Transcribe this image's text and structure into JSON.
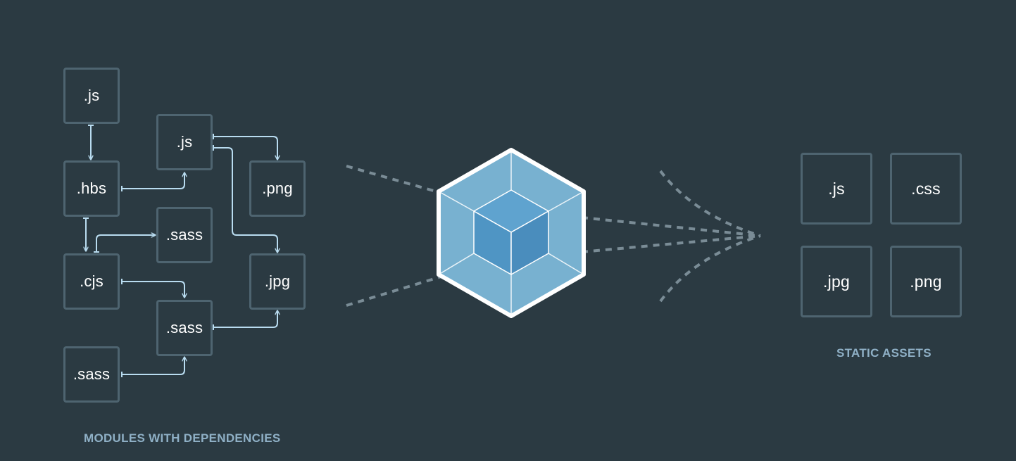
{
  "modules": {
    "caption": "MODULES WITH DEPENDENCIES",
    "files": [
      ".js",
      ".js",
      ".hbs",
      ".png",
      ".sass",
      ".cjs",
      ".jpg",
      ".sass",
      ".sass"
    ]
  },
  "bundler": {
    "logo_icon": "webpack-cube-icon"
  },
  "assets": {
    "caption": "STATIC ASSETS",
    "files": [
      ".js",
      ".css",
      ".jpg",
      ".png"
    ]
  },
  "colors": {
    "background": "#2b3a42",
    "box_border": "#4e6470",
    "arrow": "#b9dcf0",
    "dashes": "#7a8c96",
    "caption": "#8fb0c6",
    "cube_light": "#78b1d0",
    "cube_dark": "#4f95c4"
  }
}
